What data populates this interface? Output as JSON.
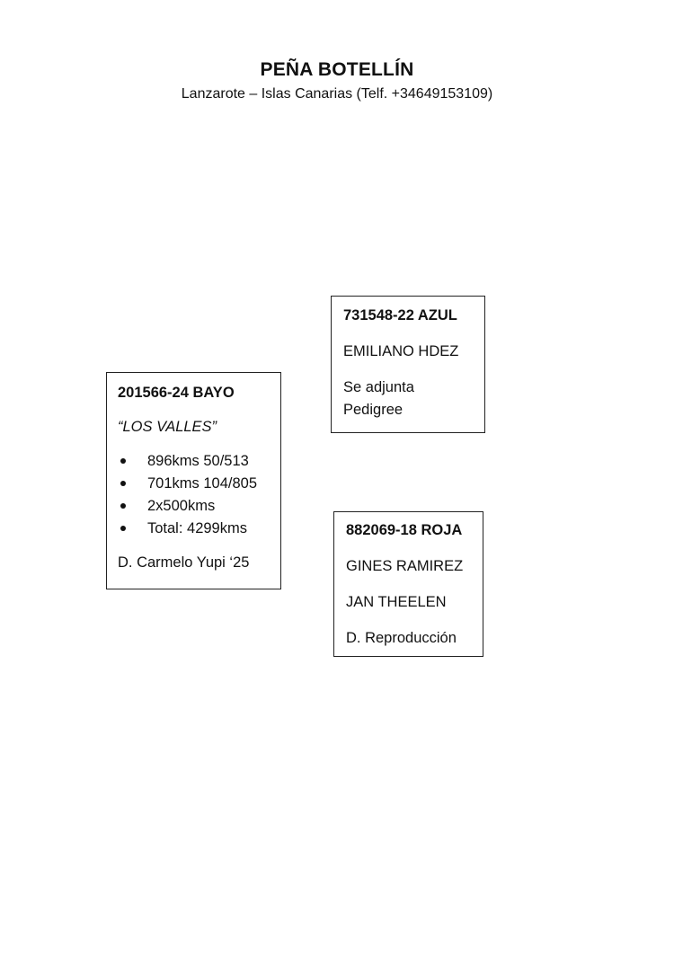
{
  "header": {
    "title": "PEÑA BOTELLÍN",
    "subtitle": "Lanzarote – Islas Canarias (Telf. +34649153109)"
  },
  "cards": {
    "bayo": {
      "ring": "201566-24 BAYO",
      "name": "“LOS VALLES”",
      "results": [
        "896kms 50/513",
        "701kms 104/805",
        "2x500kms",
        "Total: 4299kms"
      ],
      "footer": "D. Carmelo Yupi ‘25"
    },
    "azul": {
      "ring": "731548-22 AZUL",
      "owner": "EMILIANO HDEZ",
      "note": "Se adjunta Pedigree"
    },
    "roja": {
      "ring": "882069-18 ROJA",
      "line1": "GINES RAMIREZ",
      "line2": "JAN THEELEN",
      "line3": "D. Reproducción"
    }
  }
}
